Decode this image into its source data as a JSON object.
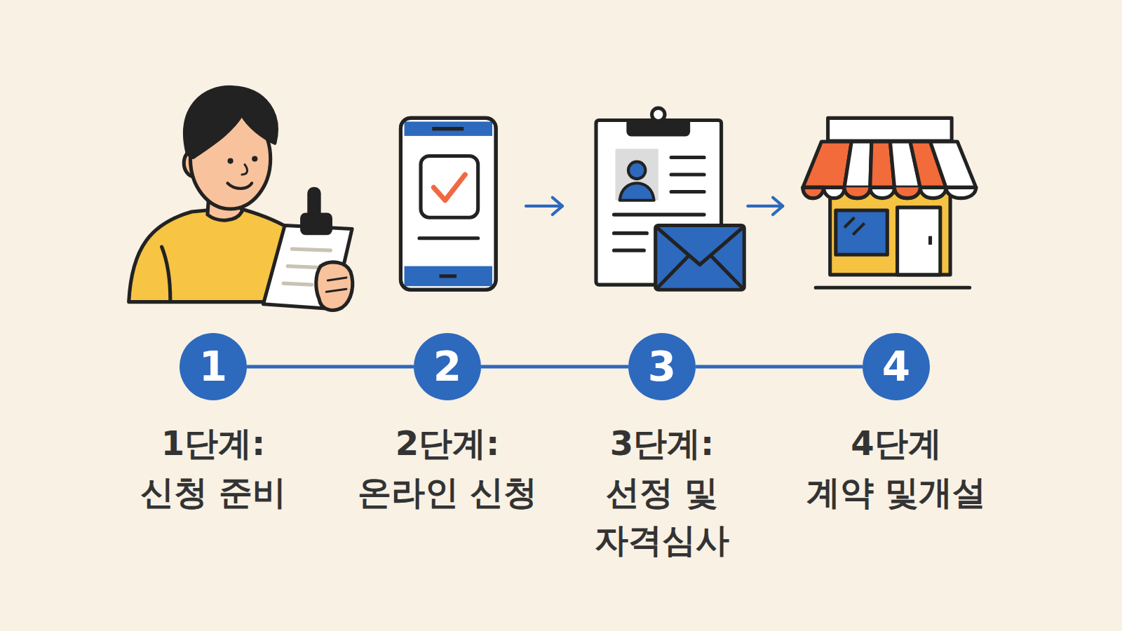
{
  "diagram": {
    "nodes": [
      {
        "text": [
          "1",
          "1단계:",
          "신청 준비"
        ]
      },
      {
        "text": [
          "2",
          "2단계:",
          "온라인 신청"
        ]
      },
      {
        "text": [
          "3",
          "3단계:",
          "선정 및 자격심사"
        ]
      },
      {
        "text": [
          "4",
          "4단계",
          "계약 및개설"
        ]
      }
    ],
    "edges": [
      {
        "from": 0,
        "to": 1,
        "arrow": "none"
      },
      {
        "from": 1,
        "to": 2,
        "arrow": "none"
      },
      {
        "from": 2,
        "to": 3,
        "arrow": "none"
      }
    ]
  }
}
